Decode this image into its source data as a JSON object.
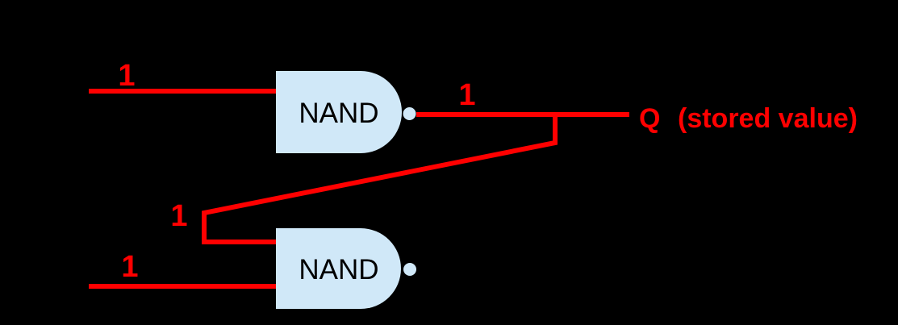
{
  "colors": {
    "background": "#000000",
    "wire": "#ff0000",
    "signal_label": "#ff0000",
    "gate_fill": "#d0e8f8",
    "gate_text": "#000000"
  },
  "diagram": {
    "gates": [
      {
        "id": "top-nand",
        "label": "NAND"
      },
      {
        "id": "bottom-nand",
        "label": "NAND"
      }
    ],
    "signal_labels": {
      "top_input": "1",
      "output": "1",
      "feedback": "1",
      "bottom_input": "1"
    },
    "output": {
      "name": "Q",
      "note": "(stored value)"
    }
  }
}
